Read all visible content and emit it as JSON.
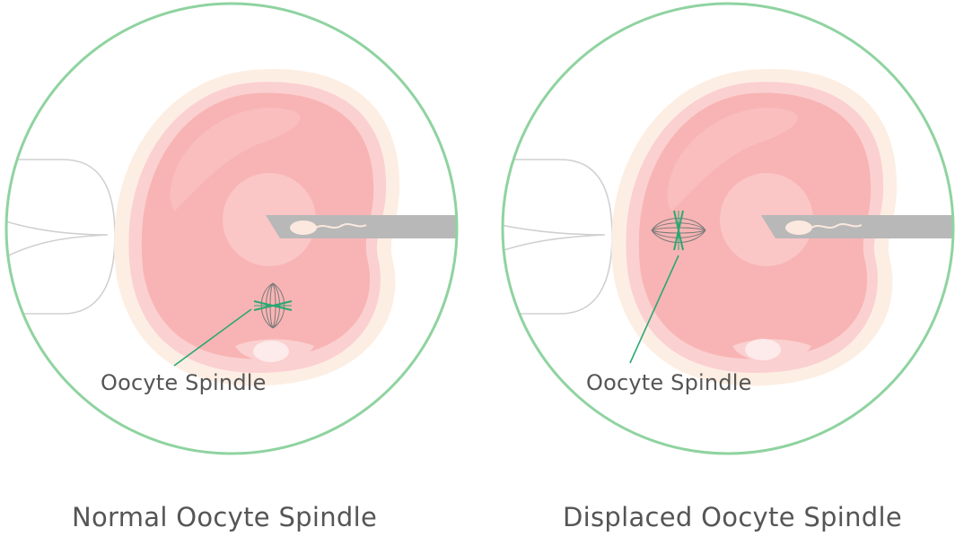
{
  "panels": [
    {
      "caption": "Normal Oocyte Spindle",
      "spindle_label": "Oocyte Spindle"
    },
    {
      "caption": "Displaced Oocyte Spindle",
      "spindle_label": "Oocyte Spindle"
    }
  ],
  "colors": {
    "zona_ring": "#8fd3a0",
    "perivitelline": "#fdeee3",
    "cytoplasm_outer": "#fbd0d0",
    "cytoplasm_inner": "#f8b4b4",
    "needle": "#b8b8b8",
    "sperm": "#fbe8de",
    "spindle_chromosomes": "#2aa872",
    "holding_pipette": "#d0d0d0",
    "text": "#555555"
  }
}
